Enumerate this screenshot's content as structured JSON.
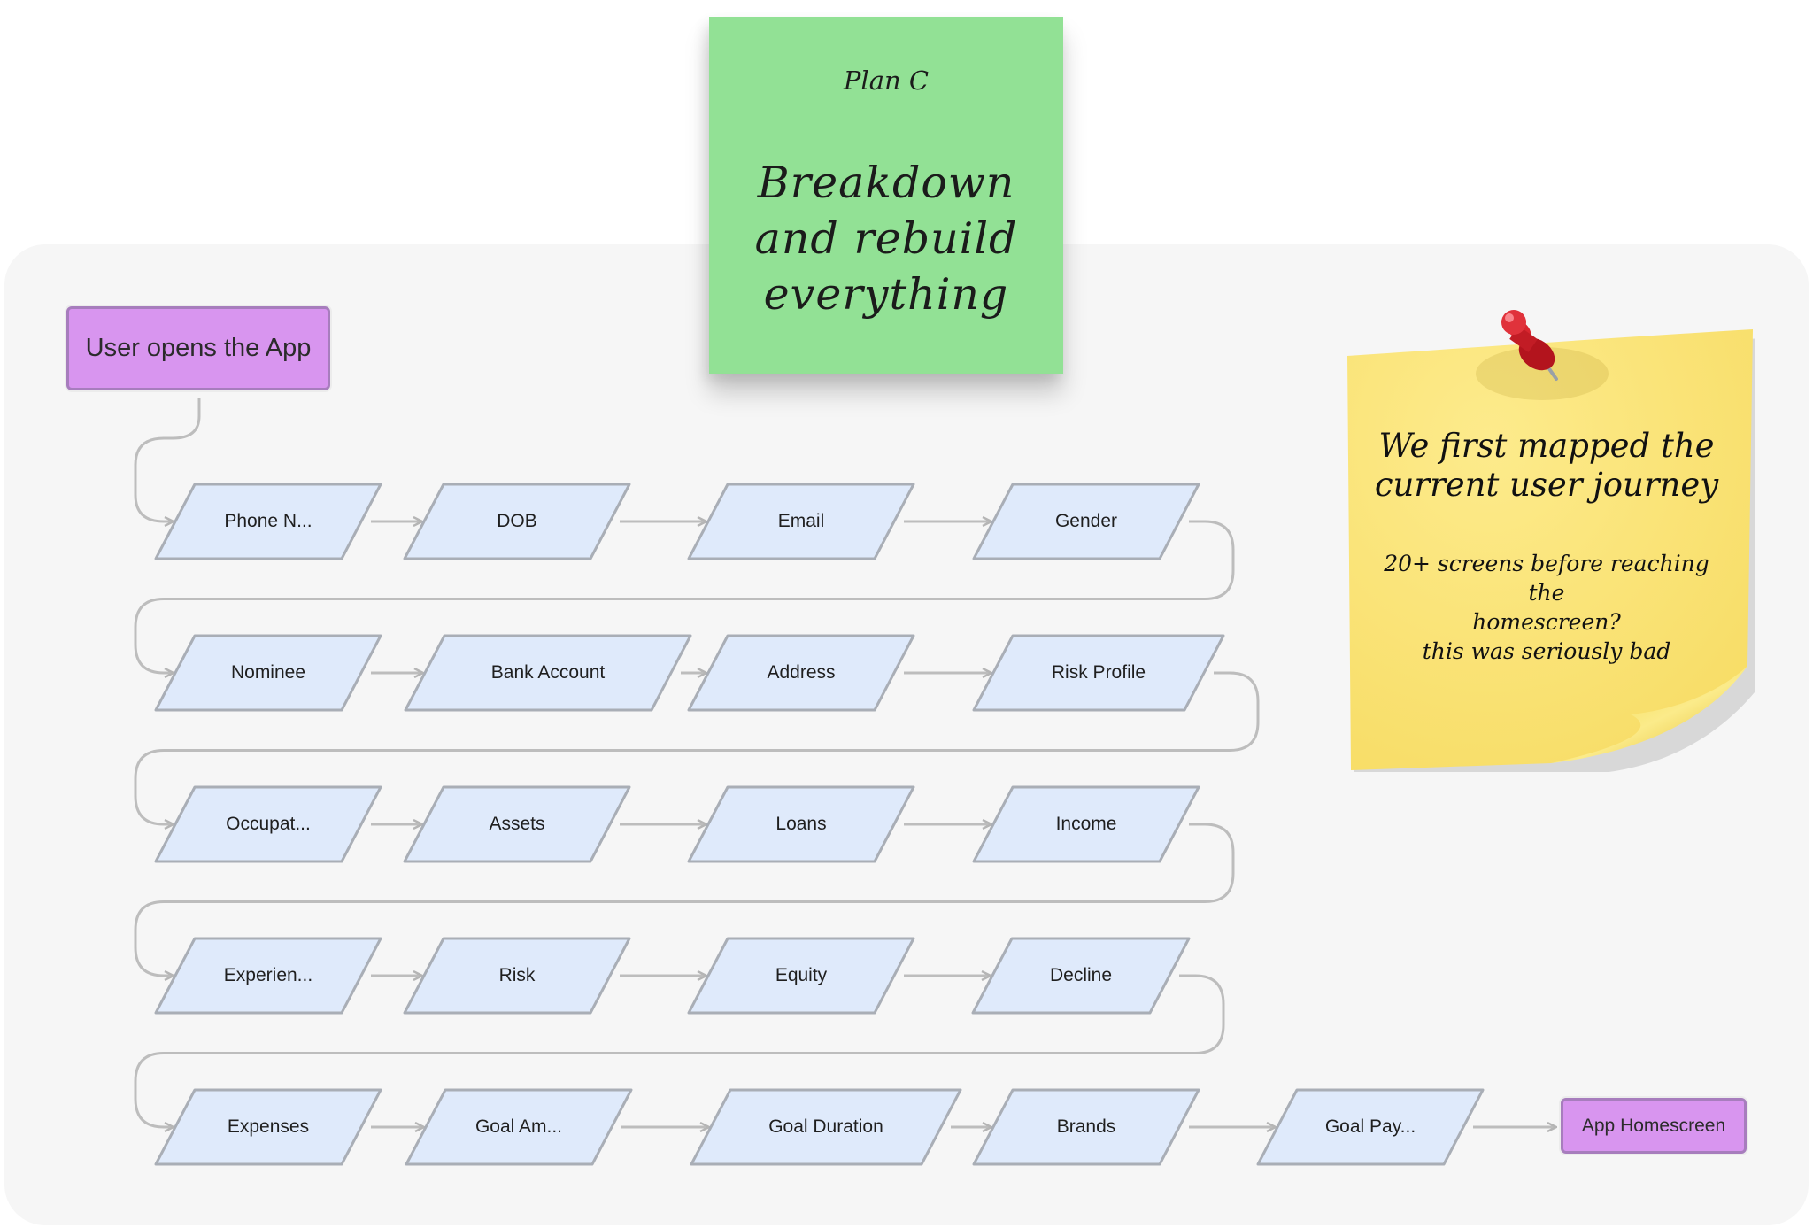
{
  "sticky_note_green": {
    "title": "Plan C",
    "heading_lines": [
      "Breakdown",
      "and rebuild",
      "everything"
    ]
  },
  "sticky_note_yellow": {
    "heading_lines": [
      "We first mapped the",
      "current user journey"
    ],
    "body_lines": [
      "20+ screens before reaching the",
      "homescreen?",
      "this was seriously bad"
    ]
  },
  "flow": {
    "start": "User opens the App",
    "end": "App Homescreen",
    "rows": [
      [
        "Phone N...",
        "DOB",
        "Email",
        "Gender"
      ],
      [
        "Nominee",
        "Bank Account",
        "Address",
        "Risk Profile"
      ],
      [
        "Occupat...",
        "Assets",
        "Loans",
        "Income"
      ],
      [
        "Experien...",
        "Risk",
        "Equity",
        "Decline"
      ],
      [
        "Expenses",
        "Goal Am...",
        "Goal Duration",
        "Brands",
        "Goal Pay..."
      ]
    ]
  },
  "colors": {
    "terminal_fill": "#d895ef",
    "node_fill": "#dfeafb",
    "node_stroke": "#a9aeb6",
    "connector": "#bdbdbd",
    "green_note": "#92e195",
    "yellow_note": "#fbe47a",
    "pin": "#d0262e"
  }
}
